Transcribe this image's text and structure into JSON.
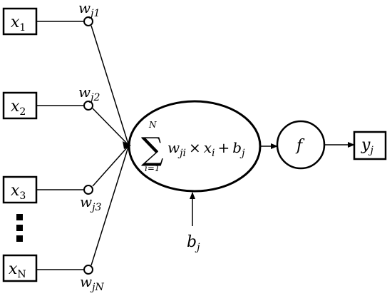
{
  "diagram": {
    "inputs": [
      {
        "symbol": "x",
        "sub": "1",
        "weight_symbol": "w",
        "weight_sub": "j1"
      },
      {
        "symbol": "x",
        "sub": "2",
        "weight_symbol": "w",
        "weight_sub": "j2"
      },
      {
        "symbol": "x",
        "sub": "3",
        "weight_symbol": "w",
        "weight_sub": "j3"
      },
      {
        "symbol": "x",
        "sub": "N",
        "weight_symbol": "w",
        "weight_sub": "jN"
      }
    ],
    "ellipsis": "⋮",
    "summation": {
      "sigma": "∑",
      "upper": "N",
      "lower": "i=1",
      "term_w": "w",
      "term_w_sub": "ji",
      "times": "×",
      "term_x": "x",
      "term_x_sub": "i",
      "plus": "+",
      "term_b": "b",
      "term_b_sub": "j"
    },
    "bias": {
      "symbol": "b",
      "sub": "j"
    },
    "activation": "f",
    "output": {
      "symbol": "y",
      "sub": "j"
    }
  }
}
